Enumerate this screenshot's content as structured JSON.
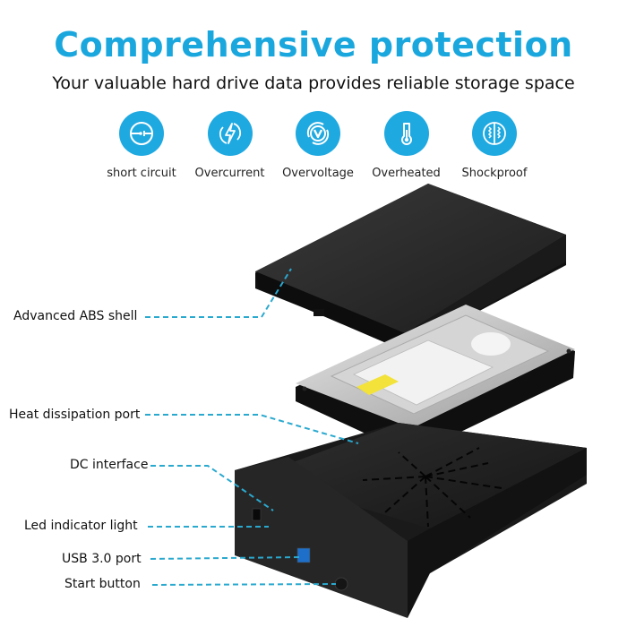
{
  "header": {
    "title": "Comprehensive protection",
    "subtitle": "Your valuable hard drive data provides reliable storage space"
  },
  "features": [
    {
      "label": "short circuit",
      "icon": "short-circuit-icon"
    },
    {
      "label": "Overcurrent",
      "icon": "lightning-icon"
    },
    {
      "label": "Overvoltage",
      "icon": "voltage-v-icon"
    },
    {
      "label": "Overheated",
      "icon": "thermometer-icon"
    },
    {
      "label": "Shockproof",
      "icon": "shockproof-icon"
    }
  ],
  "callouts": {
    "shell": "Advanced ABS shell",
    "heat": "Heat dissipation port",
    "dc": "DC interface",
    "led": "Led indicator light",
    "usb": "USB 3.0 port",
    "start": "Start button"
  },
  "colors": {
    "accent": "#1aa7de",
    "icon_bg": "#1fa9e1",
    "leader_line": "#2aa9cf",
    "enclosure": "#232323"
  }
}
